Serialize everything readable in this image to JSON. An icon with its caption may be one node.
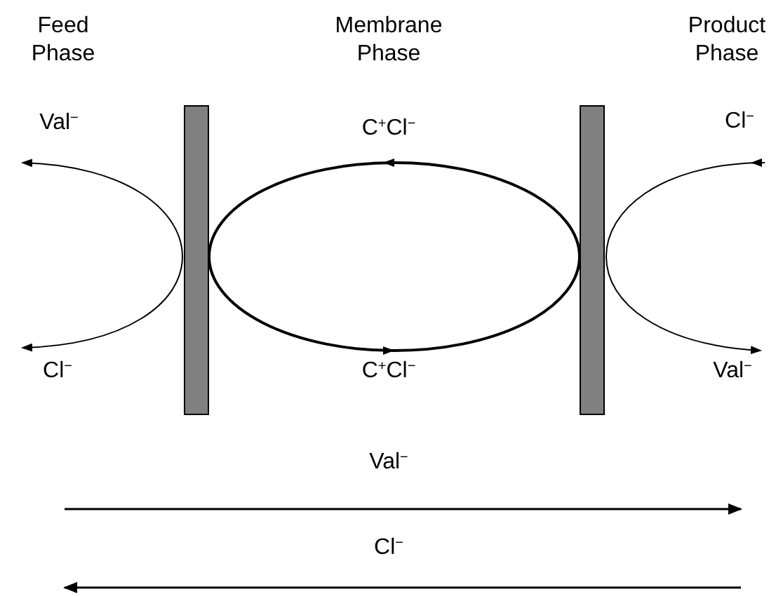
{
  "diagram": {
    "labels": [
      "Feed Phase",
      "Membrane Phase",
      "Product Phase",
      "Val$^{−}$",
      "C$^{+}$Cl$^{−}$",
      "Cl$^{−}$",
      "Cl$^{−}$",
      "C$^{+}$Cl$^{−}$",
      "Val$^{−}$",
      "Val$^{−}$",
      "Cl$^{−}$"
    ]
  }
}
